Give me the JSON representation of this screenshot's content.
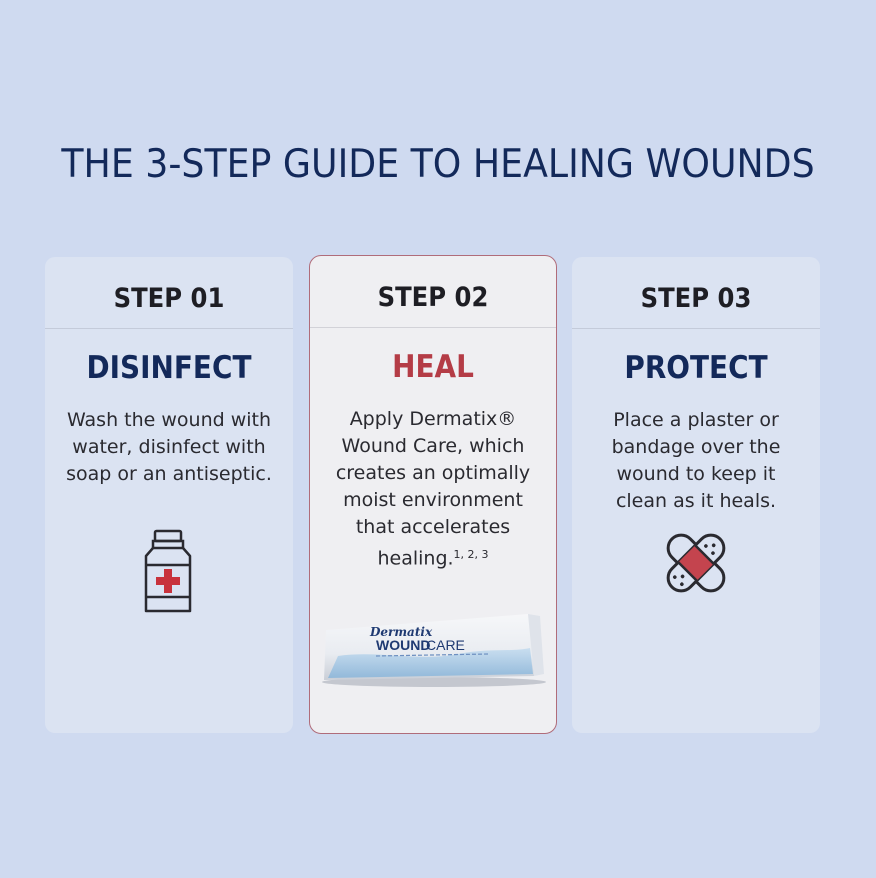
{
  "title": "THE 3-STEP GUIDE TO HEALING WOUNDS",
  "steps": [
    {
      "label": "STEP 01",
      "title": "DISINFECT",
      "description": "Wash the wound with water, disinfect with soap or an antiseptic.",
      "icon": "antiseptic-bottle-icon"
    },
    {
      "label": "STEP 02",
      "title": "HEAL",
      "description": "Apply Dermatix® Wound Care, which creates an optimally moist environment that accelerates healing.",
      "superscript": "1, 2, 3",
      "icon": "wound-care-tube",
      "product": {
        "brand": "Dermatix",
        "name_part1": "WOUND",
        "name_part2": "CARE"
      }
    },
    {
      "label": "STEP 03",
      "title": "PROTECT",
      "description": "Place a plaster or bandage over the wound to keep it clean as it heals.",
      "icon": "bandage-icon"
    }
  ],
  "colors": {
    "background": "#cfdaf0",
    "title": "#13295a",
    "accent_red": "#b43c46",
    "card": "#dbe3f2",
    "card_highlight": "#efeff2",
    "card_highlight_border": "#b06c7a"
  }
}
